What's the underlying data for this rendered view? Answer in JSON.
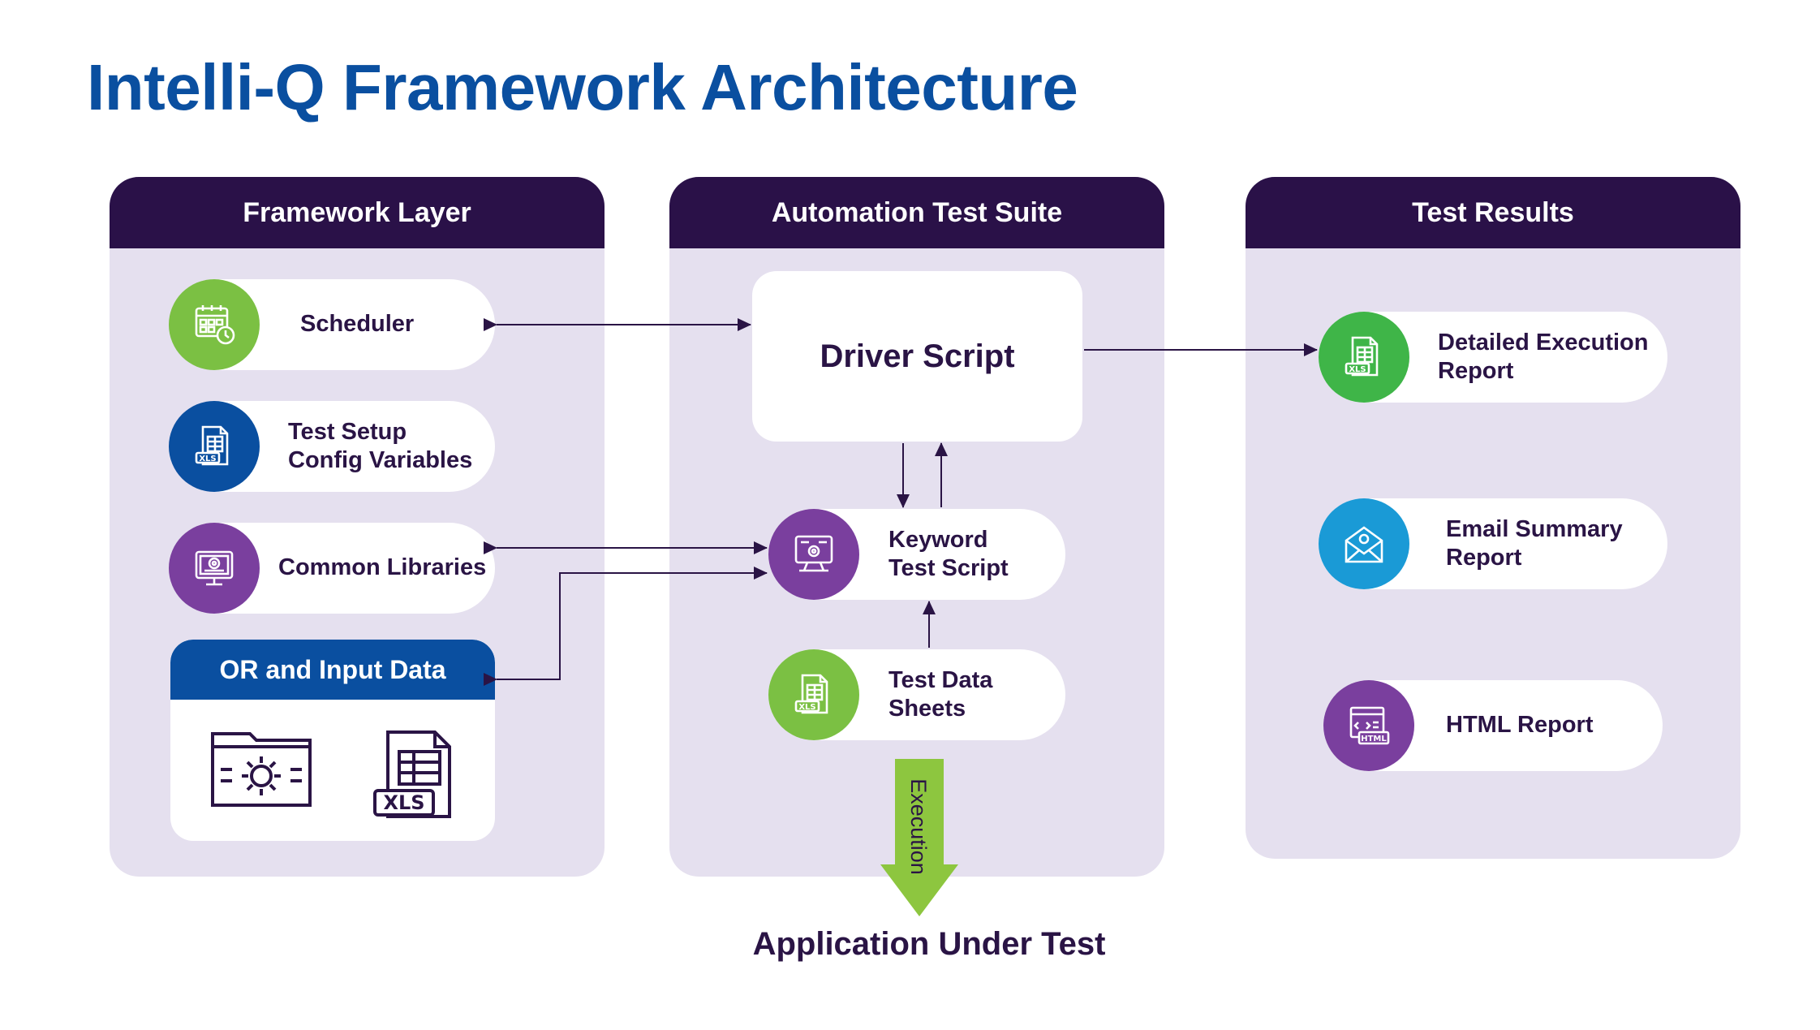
{
  "title": "Intelli-Q Framework Architecture",
  "panels": {
    "framework": {
      "header": "Framework Layer",
      "items": [
        {
          "label": "Scheduler",
          "icon": "calendar-clock-icon"
        },
        {
          "label": "Test Setup\nConfig Variables",
          "icon": "xls-file-icon"
        },
        {
          "label": "Common Libraries",
          "icon": "computer-gear-icon"
        }
      ],
      "or_card": {
        "header": "OR and Input Data",
        "icons": [
          "folder-gear-icon",
          "xls-document-icon"
        ]
      }
    },
    "suite": {
      "header": "Automation Test Suite",
      "driver_script": "Driver Script",
      "keyword_script": {
        "label": "Keyword\nTest Script",
        "icon": "monitor-gear-icon"
      },
      "test_data": {
        "label": "Test Data\nSheets",
        "icon": "xls-file-icon"
      }
    },
    "results": {
      "header": "Test Results",
      "items": [
        {
          "label": "Detailed Execution\nReport",
          "icon": "xls-file-icon"
        },
        {
          "label": "Email Summary\nReport",
          "icon": "email-envelope-icon"
        },
        {
          "label": "HTML Report",
          "icon": "html-document-icon"
        }
      ]
    }
  },
  "execution": {
    "label": "Execution"
  },
  "target": "Application Under Test",
  "colors": {
    "title": "#0a4fa0",
    "panel_header": "#2a1148",
    "panel_body": "#e5e0ef",
    "green": "#7bc043",
    "blue": "#0a4fa0",
    "purple": "#7a3f9e",
    "cyan": "#1a9ad6",
    "arrow": "#2a1445"
  }
}
